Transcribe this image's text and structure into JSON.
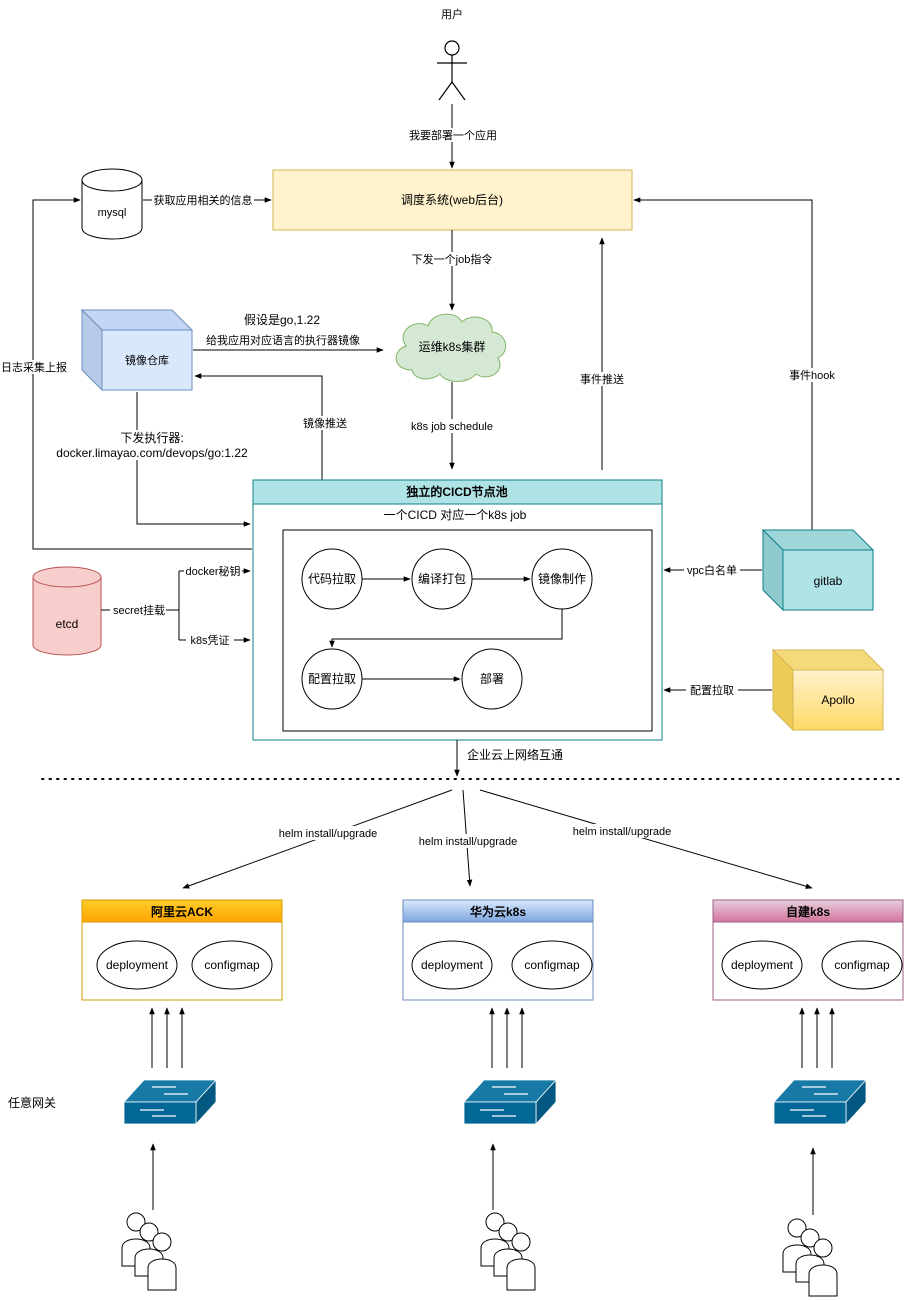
{
  "nodes": {
    "user": "用户",
    "scheduler": "调度系统(web后台)",
    "mysql": "mysql",
    "registry": "镜像仓库",
    "ops_cluster": "运维k8s集群",
    "cicd_pool": "独立的CICD节点池",
    "cicd_sub": "一个CICD 对应一个k8s job",
    "gitlab": "gitlab",
    "etcd": "etcd",
    "apollo": "Apollo",
    "step_pull_code": "代码拉取",
    "step_build": "编译打包",
    "step_image": "镜像制作",
    "step_config": "配置拉取",
    "step_deploy": "部署",
    "gateway_label": "任意网关"
  },
  "edges": {
    "deploy_app": "我要部署一个应用",
    "get_app_info": "获取应用相关的信息",
    "send_job": "下发一个job指令",
    "assume_go": "假设是go,1.22",
    "give_executor": "给我应用对应语言的执行器镜像",
    "log_collect": "日志采集上报",
    "event_push": "事件推送",
    "event_hook": "事件hook",
    "job_schedule": "k8s  job schedule",
    "image_push": "镜像推送",
    "issue_executor": "下发执行器:",
    "executor_image": "docker.limayao.com/devops/go:1.22",
    "vpc_whitelist": "vpc白名单",
    "docker_secret": "docker秘钥",
    "secret_mount": "secret挂载",
    "k8s_cred": "k8s凭证",
    "config_pull": "配置拉取",
    "cloud_network": "企业云上网络互通",
    "helm_left": "helm install/upgrade",
    "helm_mid": "helm install/upgrade",
    "helm_right": "helm install/upgrade"
  },
  "clusters": [
    {
      "title": "阿里云ACK",
      "a": "deployment",
      "b": "configmap",
      "color": "#f5a623"
    },
    {
      "title": "华为云k8s",
      "a": "deployment",
      "b": "configmap",
      "color": "#7ea6e0"
    },
    {
      "title": "自建k8s",
      "a": "deployment",
      "b": "configmap",
      "color": "#c97b9a"
    }
  ],
  "colors": {
    "scheduler_fill": "#fff2cc",
    "scheduler_stroke": "#d6b656",
    "registry_fill": "#dae8fc",
    "registry_stroke": "#6c8ebf",
    "cloud_fill": "#d5e8d4",
    "cloud_stroke": "#82b366",
    "pool_header": "#b0e3e6",
    "pool_stroke": "#0e8088",
    "gitlab_fill": "#b0e3e6",
    "etcd_fill": "#f8cecc",
    "etcd_stroke": "#b85450",
    "apollo_fill": "#ffe36e",
    "apollo_stroke": "#d6b656",
    "switch": "#036897"
  }
}
